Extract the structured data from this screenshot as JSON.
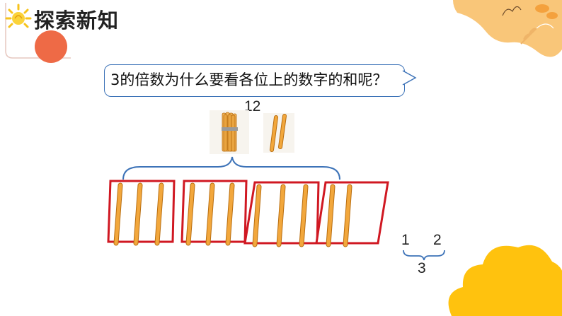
{
  "header": {
    "title": "探索新知",
    "icon": "sun-icon"
  },
  "question": {
    "text": "3的倍数为什么要看各位上的数字的和呢？"
  },
  "bundle_label": "12",
  "digit_sum": {
    "tens": "1",
    "ones": "2",
    "sum": "3"
  },
  "colors": {
    "accent_red": "#d01822",
    "brace_blue": "#3d73b8",
    "stick_orange": "#f2a73c",
    "cloud_yellow": "#ffc20e"
  }
}
